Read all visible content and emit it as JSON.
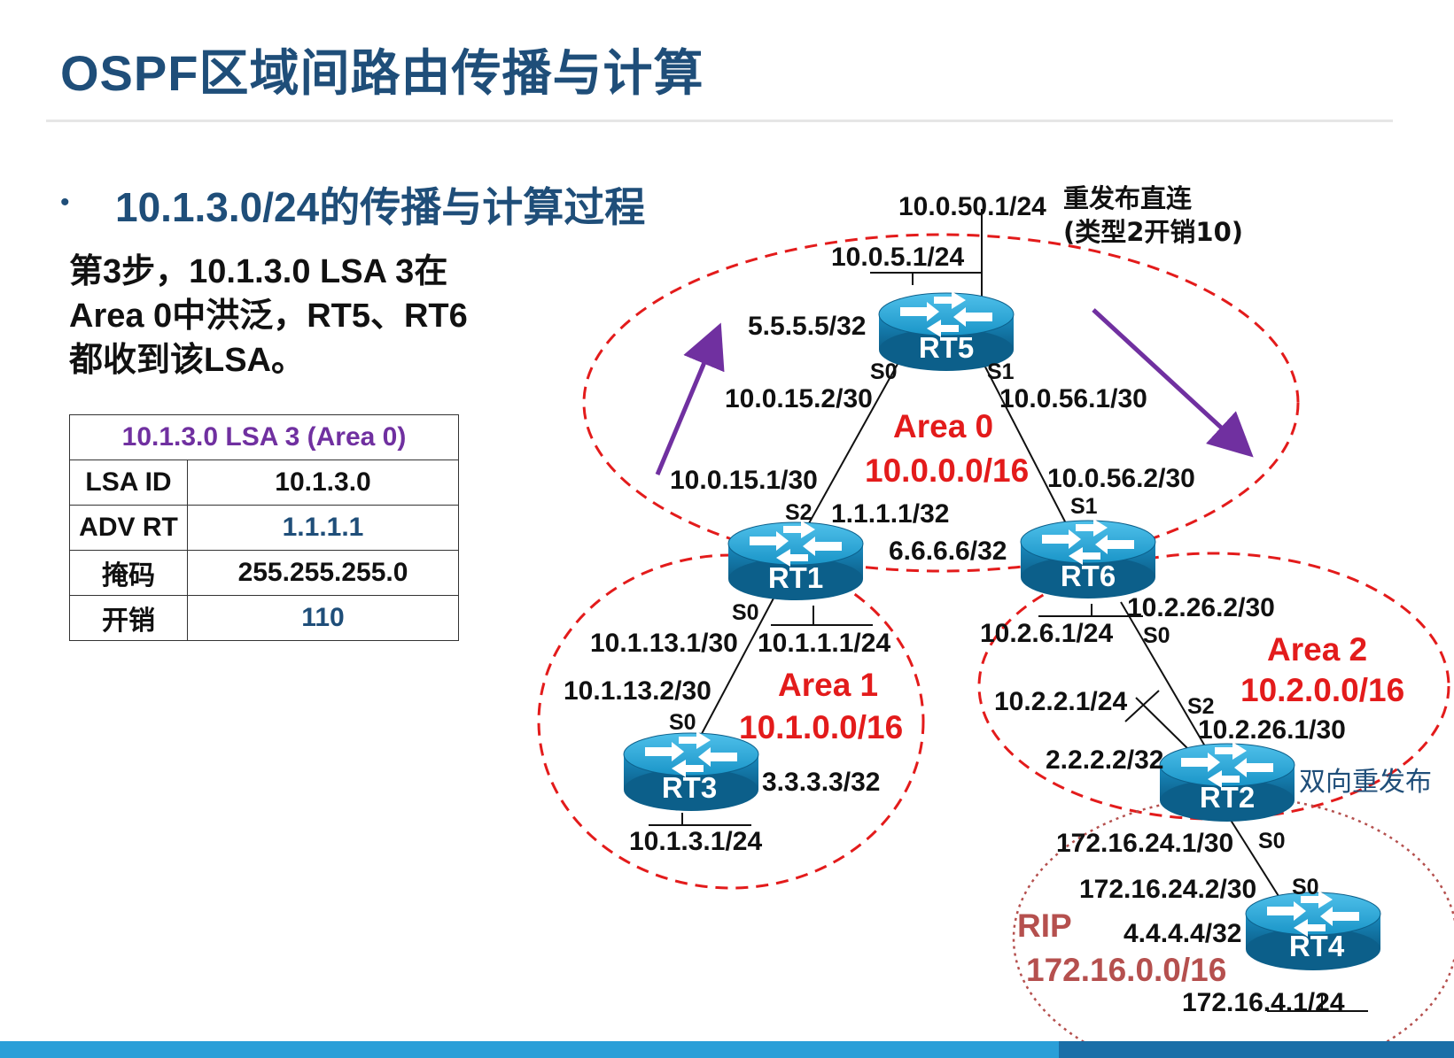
{
  "page": {
    "title": "OSPF区域间路由传播与计算",
    "bullet": "10.1.3.0/24的传播与计算过程",
    "step_text": "第3步，10.1.3.0  LSA 3在Area 0中洪泛，RT5、RT6都收到该LSA。"
  },
  "lsa_table": {
    "header": "10.1.3.0  LSA 3 (Area 0)",
    "rows": [
      {
        "key": "LSA ID",
        "value": "10.1.3.0"
      },
      {
        "key": "ADV RT",
        "value": "1.1.1.1"
      },
      {
        "key": "掩码",
        "value": "255.255.255.0"
      },
      {
        "key": "开销",
        "value": "110"
      }
    ]
  },
  "diagram": {
    "routers": {
      "rt1": "RT1",
      "rt2": "RT2",
      "rt3": "RT3",
      "rt4": "RT4",
      "rt5": "RT5",
      "rt6": "RT6"
    },
    "areas": {
      "area0": {
        "name": "Area 0",
        "net": "10.0.0.0/16"
      },
      "area1": {
        "name": "Area 1",
        "net": "10.1.0.0/16"
      },
      "area2": {
        "name": "Area 2",
        "net": "10.2.0.0/16"
      },
      "rip": {
        "name": "RIP",
        "net": "172.16.0.0/16"
      }
    },
    "labels": {
      "rt5_lan": "10.0.50.1/24",
      "redistribute": "重发布直连",
      "redistribute_type": "(类型2开销10)",
      "rt5_lan2": "10.0.5.1/24",
      "rt5_loop": "5.5.5.5/32",
      "rt5_s0": "S0",
      "rt5_s1": "S1",
      "rt5_s0_ip": "10.0.15.2/30",
      "rt5_s1_ip": "10.0.56.1/30",
      "rt1_s2_ip": "10.0.15.1/30",
      "rt1_s2": "S2",
      "rt1_loop": "1.1.1.1/32",
      "rt6_s1_ip": "10.0.56.2/30",
      "rt6_s1": "S1",
      "rt6_loop": "6.6.6.6/32",
      "rt1_s0": "S0",
      "rt1_s0_ip": "10.1.13.1/30",
      "rt1_lan": "10.1.1.1/24",
      "rt3_s0_ip": "10.1.13.2/30",
      "rt3_s0": "S0",
      "rt3_loop": "3.3.3.3/32",
      "rt3_lan": "10.1.3.1/24",
      "rt6_lan": "10.2.6.1/24",
      "rt6_s0_ip": "10.2.26.2/30",
      "rt6_s0": "S0",
      "rt2_lan": "10.2.2.1/24",
      "rt2_s2": "S2",
      "rt2_s2_ip": "10.2.26.1/30",
      "rt2_loop": "2.2.2.2/32",
      "mutual_redistribute": "双向重发布",
      "rt2_s0_ip": "172.16.24.1/30",
      "rt2_s0": "S0",
      "rt4_s0_ip": "172.16.24.2/30",
      "rt4_s0": "S0",
      "rt4_loop": "4.4.4.4/32",
      "rt4_lan": "172.16.4.1/24"
    }
  },
  "colors": {
    "title": "#1f4e79",
    "area": "#e31b1b",
    "rip": "#b5504e",
    "arrow": "#7030a0",
    "router": "#1a95c8"
  }
}
